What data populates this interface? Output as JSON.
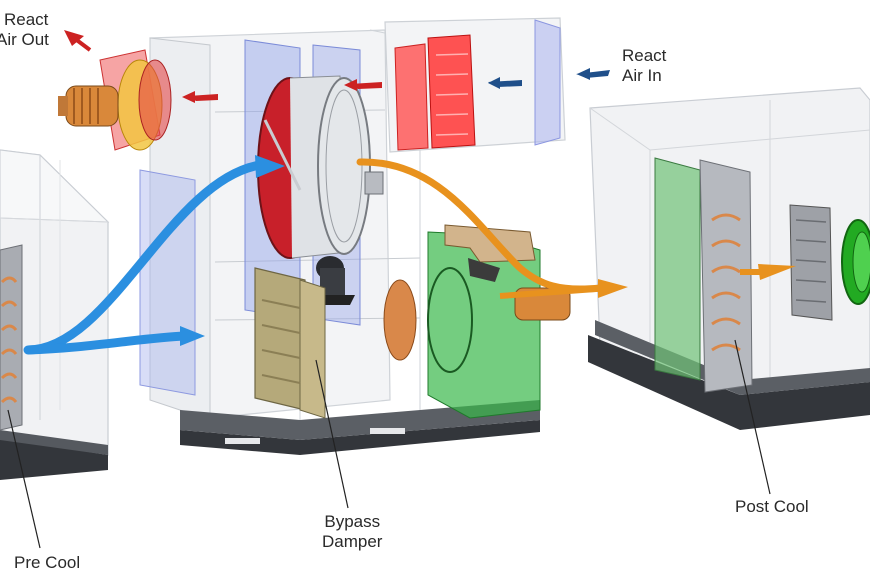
{
  "labels": {
    "react_air_out": [
      "React",
      "Air Out"
    ],
    "react_air_in": [
      "React",
      "Air In"
    ],
    "post_cool": "Post Cool",
    "bypass_damper": [
      "Bypass",
      "Damper"
    ],
    "pre_cool": "Pre Cool"
  },
  "colors": {
    "process_air_arrow": "#2b8fe0",
    "regen_air_arrow": "#e8921e",
    "react_air_arrow": "#1f4f8a",
    "react_heat_arrow": "#cc2222",
    "desiccant_wheel": "#c8202a",
    "heater": "#ee4444",
    "react_fan": "#33b033",
    "post_cool_fan": "#22aa22",
    "bypass_damper": "#c7b98a",
    "coil_copper": "#d9884a",
    "frame": "#33363b"
  },
  "components": [
    "pre-cool-coil",
    "desiccant-wheel",
    "bypass-damper",
    "react-heater",
    "react-fan",
    "process-fan",
    "post-cool-coil",
    "post-cool-fan"
  ]
}
